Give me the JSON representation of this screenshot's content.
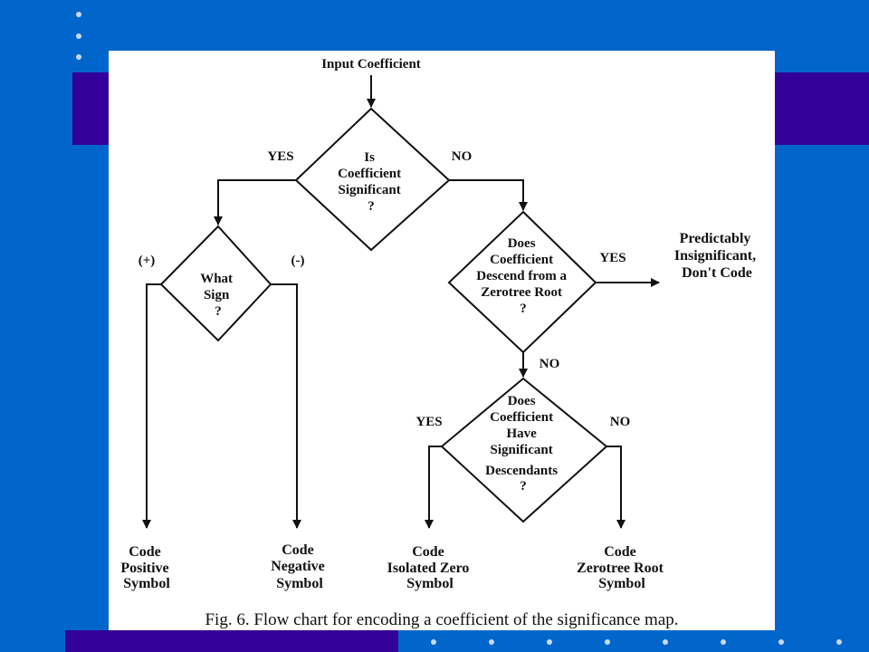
{
  "slide": {
    "colors": {
      "background": "#0066cc",
      "band": "#330099",
      "dots": "#c9d9f2",
      "figure": "#ffffff"
    }
  },
  "flowchart": {
    "input": "Input Coefficient",
    "decision_significant": {
      "lines": [
        "Is",
        "Coefficient",
        "Significant",
        "?"
      ],
      "yes": "YES",
      "no": "NO"
    },
    "decision_sign": {
      "lines": [
        "What",
        "Sign",
        "?"
      ],
      "plus": "(+)",
      "minus": "(-)"
    },
    "decision_descend": {
      "lines": [
        "Does",
        "Coefficient",
        "Descend from a",
        "Zerotree Root",
        "?"
      ],
      "yes": "YES",
      "no": "NO"
    },
    "predictable": {
      "lines": [
        "Predictably",
        "Insignificant,",
        "Don't Code"
      ]
    },
    "decision_descendants": {
      "lines": [
        "Does",
        "Coefficient",
        "Have",
        "Significant",
        "Descendants",
        "?"
      ],
      "yes": "YES",
      "no": "NO"
    },
    "out_positive": {
      "lines": [
        "Code",
        "Positive",
        "Symbol"
      ]
    },
    "out_negative": {
      "lines": [
        "Code",
        "Negative",
        "Symbol"
      ]
    },
    "out_isolated": {
      "lines": [
        "Code",
        "Isolated Zero",
        "Symbol"
      ]
    },
    "out_zerotree": {
      "lines": [
        "Code",
        "Zerotree Root",
        "Symbol"
      ]
    },
    "caption": "Fig. 6.  Flow chart for encoding a coefficient of the significance map."
  }
}
